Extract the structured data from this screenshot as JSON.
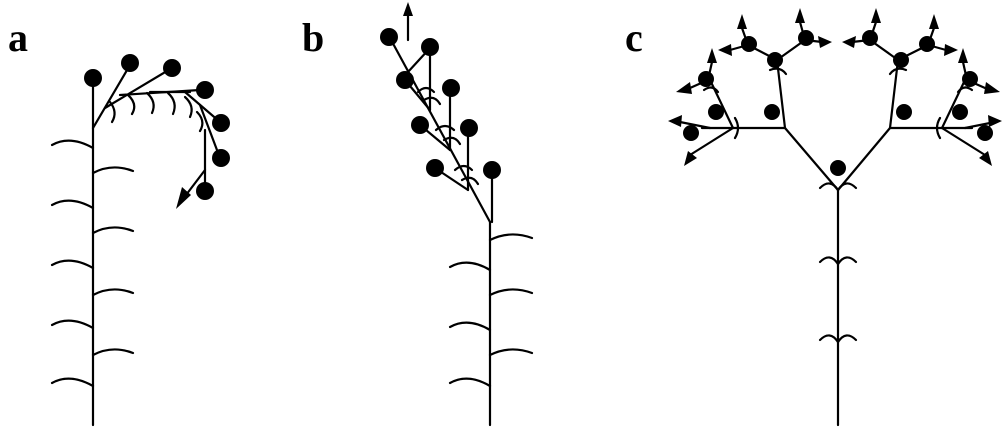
{
  "panels": [
    {
      "id": "a",
      "label": "a"
    },
    {
      "id": "b",
      "label": "b"
    },
    {
      "id": "c",
      "label": "c"
    }
  ],
  "colors": {
    "ink": "#000000",
    "background": "#ffffff"
  },
  "marks": {
    "flower": "filled-circle",
    "bud": "arrow",
    "bract": "arc"
  }
}
